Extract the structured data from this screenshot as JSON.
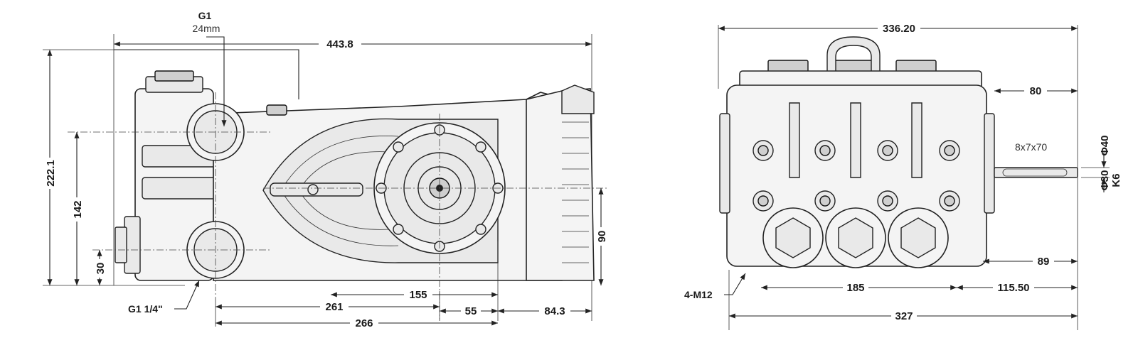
{
  "side_view": {
    "dims": {
      "overall_length": "443.8",
      "height": "222.1",
      "port_spacing": "142",
      "inlet_height": "30",
      "shaft_height": "90",
      "d155": "155",
      "d261": "261",
      "d266": "266",
      "d55": "55",
      "d84": "84.3"
    },
    "labels": {
      "top_port": "G1",
      "top_port_sub": "24mm",
      "bottom_port": "G1 1/4\""
    }
  },
  "front_view": {
    "dims": {
      "overall_width": "336.20",
      "shaft_len": "80",
      "shaft_dia_outer": "Φ40",
      "shaft_dia": "Φ30",
      "shaft_tol": "K6",
      "key": "8x7x70",
      "d89": "89",
      "d185": "185",
      "d115": "115.50",
      "d327": "327"
    },
    "labels": {
      "mount": "4-M12"
    }
  },
  "colors": {
    "line": "#222222",
    "fill": "#f4f4f4"
  }
}
